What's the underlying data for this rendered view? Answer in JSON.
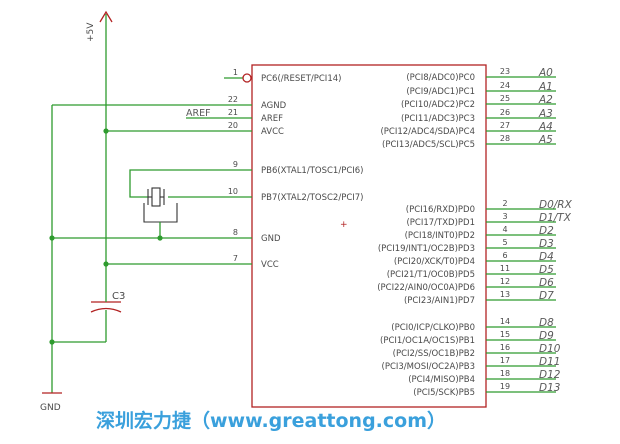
{
  "supply_label": "+5V",
  "ground_label": "GND",
  "aref_net": "AREF",
  "capacitor_label": "C3",
  "left_pins": [
    {
      "num": "1",
      "name": "PC6(/RESET/PCI14)"
    },
    {
      "num": "22",
      "name": "AGND"
    },
    {
      "num": "21",
      "name": "AREF"
    },
    {
      "num": "20",
      "name": "AVCC"
    },
    {
      "num": "9",
      "name": "PB6(XTAL1/TOSC1/PCI6)"
    },
    {
      "num": "10",
      "name": "PB7(XTAL2/TOSC2/PCI7)"
    },
    {
      "num": "8",
      "name": "GND"
    },
    {
      "num": "7",
      "name": "VCC"
    }
  ],
  "right_pins": [
    {
      "num": "23",
      "name": "(PCI8/ADC0)PC0",
      "net": "A0"
    },
    {
      "num": "24",
      "name": "(PCI9/ADC1)PC1",
      "net": "A1"
    },
    {
      "num": "25",
      "name": "(PCI10/ADC2)PC2",
      "net": "A2"
    },
    {
      "num": "26",
      "name": "(PCI11/ADC3)PC3",
      "net": "A3"
    },
    {
      "num": "27",
      "name": "(PCI12/ADC4/SDA)PC4",
      "net": "A4"
    },
    {
      "num": "28",
      "name": "(PCI13/ADC5/SCL)PC5",
      "net": "A5"
    },
    {
      "num": "2",
      "name": "(PCI16/RXD)PD0",
      "net": "D0/RX"
    },
    {
      "num": "3",
      "name": "(PCI17/TXD)PD1",
      "net": "D1/TX"
    },
    {
      "num": "4",
      "name": "(PCI18/INT0)PD2",
      "net": "D2"
    },
    {
      "num": "5",
      "name": "(PCI19/INT1/OC2B)PD3",
      "net": "D3"
    },
    {
      "num": "6",
      "name": "(PCI20/XCK/T0)PD4",
      "net": "D4"
    },
    {
      "num": "11",
      "name": "(PCI21/T1/OC0B)PD5",
      "net": "D5"
    },
    {
      "num": "12",
      "name": "(PCI22/AIN0/OC0A)PD6",
      "net": "D6"
    },
    {
      "num": "13",
      "name": "(PCI23/AIN1)PD7",
      "net": "D7"
    },
    {
      "num": "14",
      "name": "(PCI0/ICP/CLKO)PB0",
      "net": "D8"
    },
    {
      "num": "15",
      "name": "(PCI1/OC1A/OC1S)PB1",
      "net": "D9"
    },
    {
      "num": "16",
      "name": "(PCI2/SS/OC1B)PB2",
      "net": "D10"
    },
    {
      "num": "17",
      "name": "(PCI3/MOSI/OC2A)PB3",
      "net": "D11"
    },
    {
      "num": "18",
      "name": "(PCI4/MISO)PB4",
      "net": "D12"
    },
    {
      "num": "19",
      "name": "(PCI5/SCK)PB5",
      "net": "D13"
    }
  ],
  "watermark": "深圳宏力捷（www.greattong.com）",
  "colors": {
    "wire": "#2e9b2e",
    "net_label": "#5a5a5a",
    "watermark": "#3aa0dc"
  }
}
